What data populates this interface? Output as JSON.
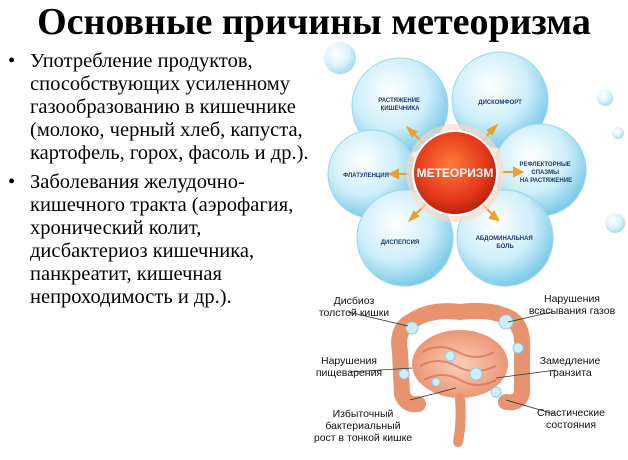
{
  "title": "Основные причины метеоризма",
  "bullets": [
    "Употребление продуктов, способствующих усиленному газообразованию в кишечнике (молоко, черный хлеб, капуста, картофель, горох, фасоль и др.).",
    "Заболевания желудочно-кишечного тракта (аэрофагия, хронический колит, дисбактериоз кишечника, панкреатит, кишечная непроходимость и др.)."
  ],
  "diagram": {
    "center": "МЕТЕОРИЗМ",
    "petals": {
      "top_left": [
        "РАСТЯЖЕНИЕ",
        "КИШЕЧНИКА"
      ],
      "top_right": [
        "ДИСКОМФОРТ"
      ],
      "left": [
        "ФЛАТУЛЕНЦИЯ"
      ],
      "right": [
        "РЕФЛЕКТОРНЫЕ",
        "СПАЗМЫ",
        "НА РАСТЯЖЕНИЕ"
      ],
      "bottom_left": [
        "ДИСПЕПСИЯ"
      ],
      "bottom_right": [
        "АБДОМИНАЛЬНАЯ",
        "БОЛЬ"
      ]
    }
  },
  "anatomy": {
    "dysbiosis": [
      "Дисбиоз",
      "толстой кишки"
    ],
    "absorption": [
      "Нарушения",
      "всасывания газов"
    ],
    "digestion": [
      "Нарушения",
      "пищеварения"
    ],
    "transit": [
      "Замедление",
      "транзита"
    ],
    "overgrowth": [
      "Избыточный",
      "бактериальный",
      "рост в тонкой кишке"
    ],
    "spastic": [
      "Спастические",
      "состояния"
    ]
  },
  "colors": {
    "bubble": "#bfe6f5",
    "center": "#e8401c",
    "arrow": "#f0a020",
    "intestine": "#f2a080"
  }
}
